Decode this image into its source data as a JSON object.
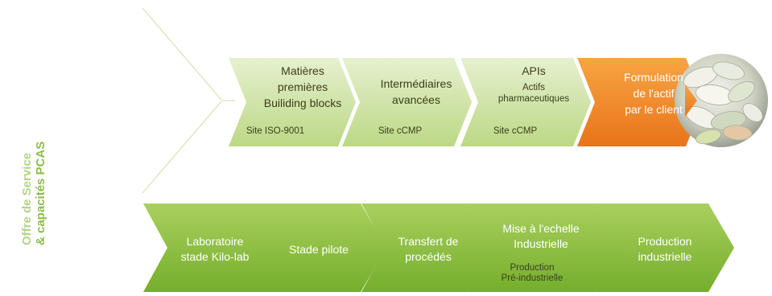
{
  "side_label": {
    "line1": "Offre de Service",
    "line2": "& capacités PCAS"
  },
  "top_row": [
    {
      "title_lines": [
        "Matières",
        "premières",
        "Builiding blocks"
      ],
      "site": "Site ISO-9001"
    },
    {
      "title_lines": [
        "Intermédiaires",
        "avancées"
      ],
      "site": "Site cCMP"
    },
    {
      "title_lines": [
        "APIs"
      ],
      "subtitle_lines": [
        "Actifs",
        "pharmaceutiques"
      ],
      "site": "Site cCMP"
    },
    {
      "title_lines": [
        "Formulation",
        "de l'actif",
        "par le client"
      ]
    }
  ],
  "bottom_row": [
    {
      "title_lines": [
        "Laboratoire",
        "stade Kilo-lab"
      ]
    },
    {
      "title_lines": [
        "Stade pilote"
      ]
    },
    {
      "title_lines": [
        "Transfert de",
        "procédés"
      ]
    },
    {
      "title_lines": [
        "Mise à l'echelle",
        "Industrielle"
      ],
      "subtitle_lines": [
        "Production",
        "Pré-industrielle"
      ]
    },
    {
      "title_lines": [
        "Production",
        "industrielle"
      ]
    }
  ],
  "colors": {
    "top_light": "#e6f0cf",
    "top_dark": "#bcd885",
    "bottom_light": "#a9d05e",
    "bottom_dark": "#75ae2c",
    "orange_light": "#f8a542",
    "orange_dark": "#e9741a",
    "divider_line": "#d6e6b6"
  },
  "icons": {
    "pills_photo": "pills-photo-icon"
  }
}
